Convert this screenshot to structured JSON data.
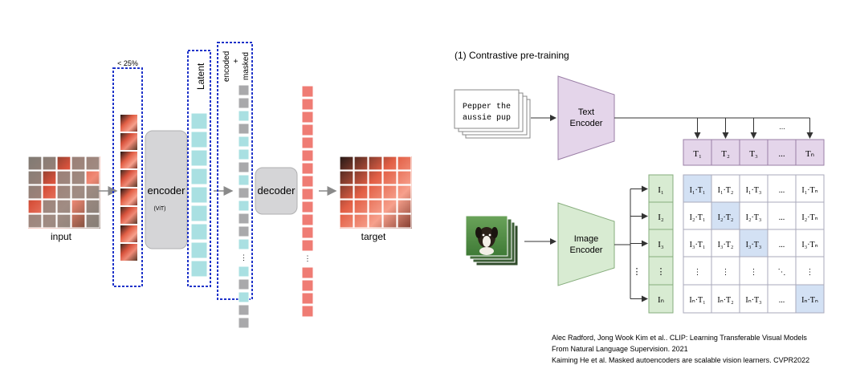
{
  "mae": {
    "input_label": "input",
    "ratio_label": "< 25%",
    "encoder_label": "encoder",
    "encoder_sub": "(ViT)",
    "latent_label": "Latent",
    "encoded_label": "encoded",
    "plus_label": "+",
    "masked_label": "masked",
    "decoder_label": "decoder",
    "target_label": "target",
    "ellipsis": "⋮",
    "colors": {
      "latent": "#a9e0e2",
      "masked": "#a9a9ab",
      "target": "#ef7c74",
      "box": "#d5d5d7",
      "dash": "#1e33c9"
    }
  },
  "clip": {
    "title": "(1) Contrastive pre-training",
    "text_input": [
      "Pepper the",
      "aussie pup"
    ],
    "text_encoder": [
      "Text",
      "Encoder"
    ],
    "image_encoder": [
      "Image",
      "Encoder"
    ],
    "t_labels": [
      "T₁",
      "T₂",
      "T₃",
      "...",
      "Tₙ"
    ],
    "i_labels": [
      "I₁",
      "I₂",
      "I₃",
      "⋮",
      "Iₙ"
    ],
    "matrix": [
      [
        "I₁·T₁",
        "I₁·T₂",
        "I₁·T₃",
        "...",
        "I₁·Tₙ"
      ],
      [
        "I₂·T₁",
        "I₂·T₂",
        "I₂·T₃",
        "...",
        "I₂·Tₙ"
      ],
      [
        "I₃·T₁",
        "I₃·T₂",
        "I₃·T₃",
        "...",
        "I₃·Tₙ"
      ],
      [
        "⋮",
        "⋮",
        "⋮",
        "⋱",
        "⋮"
      ],
      [
        "Iₙ·T₁",
        "Iₙ·T₂",
        "Iₙ·T₃",
        "...",
        "Iₙ·Tₙ"
      ]
    ],
    "top_dots": "...",
    "side_dots": "⋮",
    "colors": {
      "text_enc": "#e4d5ea",
      "image_enc": "#d8ebd2",
      "t_cell": "#e4d5ea",
      "i_cell": "#d8ebd2",
      "diag": "#d3e1f4"
    }
  },
  "references": [
    "Alec Radford, Jong Wook Kim et al.. CLIP: Learning Transferable Visual Models",
    "From Natural Language Supervision. 2021",
    "Kaiming He et al. Masked autoencoders are scalable vision learners. CVPR2022"
  ]
}
